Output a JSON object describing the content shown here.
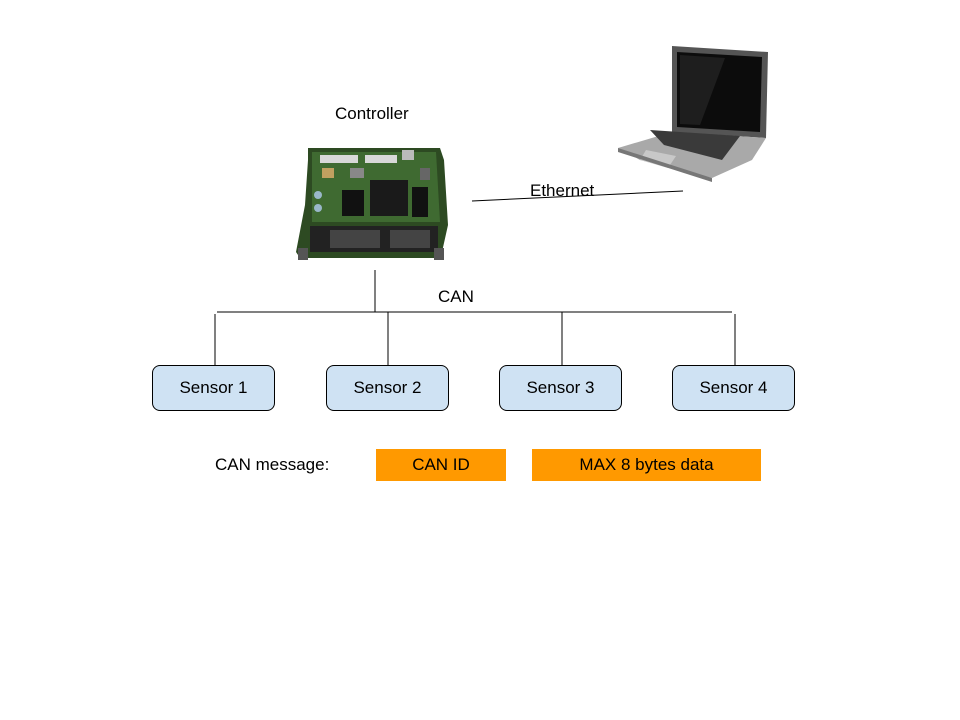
{
  "controller": {
    "label": "Controller"
  },
  "links": {
    "ethernet_label": "Ethernet",
    "bus_label": "CAN"
  },
  "sensors": [
    {
      "label": "Sensor 1"
    },
    {
      "label": "Sensor 2"
    },
    {
      "label": "Sensor 3"
    },
    {
      "label": "Sensor 4"
    }
  ],
  "message": {
    "label": "CAN message:",
    "fields": [
      {
        "label": "CAN ID"
      },
      {
        "label": "MAX 8 bytes data"
      }
    ]
  },
  "colors": {
    "sensor_fill": "#cfe2f3",
    "message_field_fill": "#ff9900"
  }
}
